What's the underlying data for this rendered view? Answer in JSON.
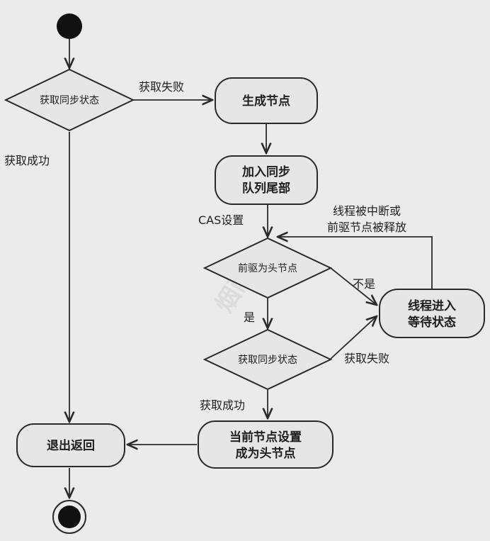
{
  "nodes": {
    "get_sync_state_1": "获取同步状态",
    "create_node": "生成节点",
    "add_to_queue_line1": "加入同步",
    "add_to_queue_line2": "队列尾部",
    "pred_is_head": "前驱为头节点",
    "thread_wait_line1": "线程进入",
    "thread_wait_line2": "等待状态",
    "get_sync_state_2": "获取同步状态",
    "set_head_line1": "当前节点设置",
    "set_head_line2": "成为头节点",
    "exit_return": "退出返回"
  },
  "edges": {
    "fail_1": "获取失败",
    "success_1": "获取成功",
    "cas_set": "CAS设置",
    "interrupt_line1": "线程被中断或",
    "interrupt_line2": "前驱节点被释放",
    "not_yes": "不是",
    "yes": "是",
    "fail_2": "获取失败",
    "success_2": "获取成功"
  },
  "watermark": "烟雨阁"
}
